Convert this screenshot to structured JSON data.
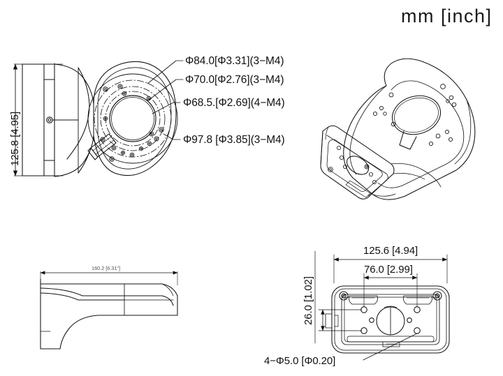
{
  "sheet": {
    "units_title": "mm [inch]",
    "background_color": "#ffffff",
    "line_color": "#111111"
  },
  "views": {
    "front_left": {
      "name": "front-view",
      "height_dimension": "125.8 [4.95]"
    },
    "isometric": {
      "name": "isometric-view"
    },
    "side_profile": {
      "name": "side-profile-view",
      "length_dimension": "160.2 [6.31\"]"
    },
    "rear_plate": {
      "name": "rear-plate-view",
      "width_dimension": "125.6 [4.94]",
      "inner_width_dimension": "76.0 [2.99]",
      "height_dimension": "26.0 [1.02]",
      "hole_callout": "4−Φ5.0 [Φ0.20]"
    }
  },
  "callouts": [
    {
      "id": "callout-1",
      "text": "Φ84.0[Φ3.31](3−M4)"
    },
    {
      "id": "callout-2",
      "text": "Φ70.0[Φ2.76](3−M4)"
    },
    {
      "id": "callout-3",
      "text": "Φ68.5.[Φ2.69](4−M4)"
    },
    {
      "id": "callout-4",
      "text": "Φ97.8 [Φ3.85](3−M4)"
    }
  ]
}
